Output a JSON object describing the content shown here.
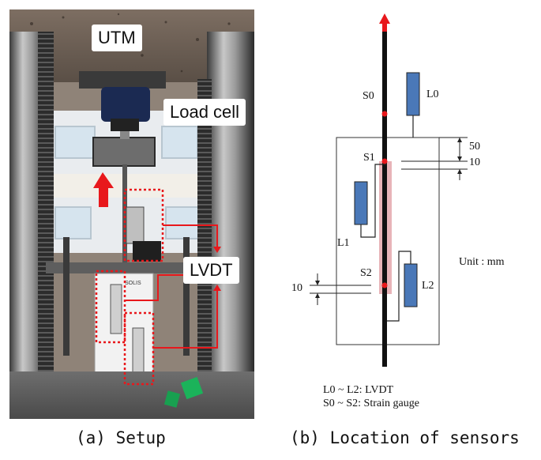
{
  "photo": {
    "labels": {
      "utm": "UTM",
      "load_cell": "Load cell",
      "lvdt": "LVDT"
    },
    "label_text": "SOLIS",
    "caption": "(a) Setup"
  },
  "sensor_diagram": {
    "sensors": {
      "s0": "S0",
      "s1": "S1",
      "s2": "S2",
      "l0": "L0",
      "l1": "L1",
      "l2": "L2"
    },
    "dimensions": {
      "d50": "50",
      "d10_top": "10",
      "d10_left": "10"
    },
    "unit": "Unit : mm",
    "legend": [
      "L0 ~ L2: LVDT",
      "S0 ~ S2: Strain gauge"
    ],
    "caption": "(b) Location of sensors"
  },
  "colors": {
    "arrow_red": "#e8181c",
    "lvdt_blue": "#4a78b8",
    "gauge_zone": "#e8b4b8",
    "rebar": "#111111"
  }
}
